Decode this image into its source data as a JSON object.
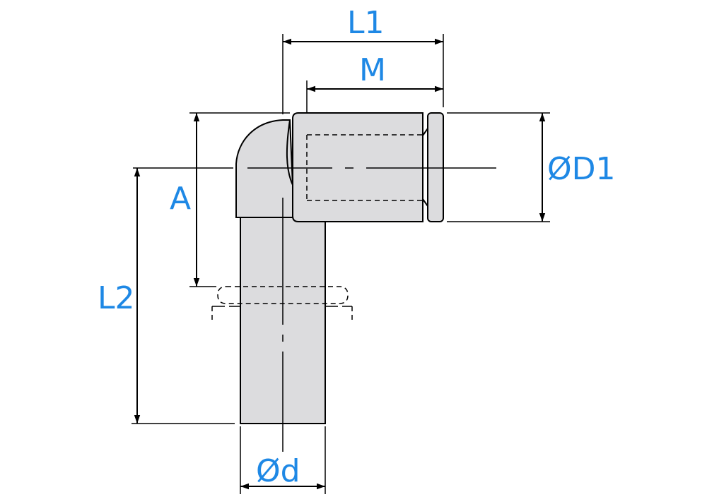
{
  "labels": {
    "l1": "L1",
    "m": "M",
    "a": "A",
    "od1": "ØD1",
    "l2": "L2",
    "od": "Ød"
  },
  "colors": {
    "label": "#1e88e5",
    "body_fill": "#dcdcde",
    "outline": "#000000"
  }
}
